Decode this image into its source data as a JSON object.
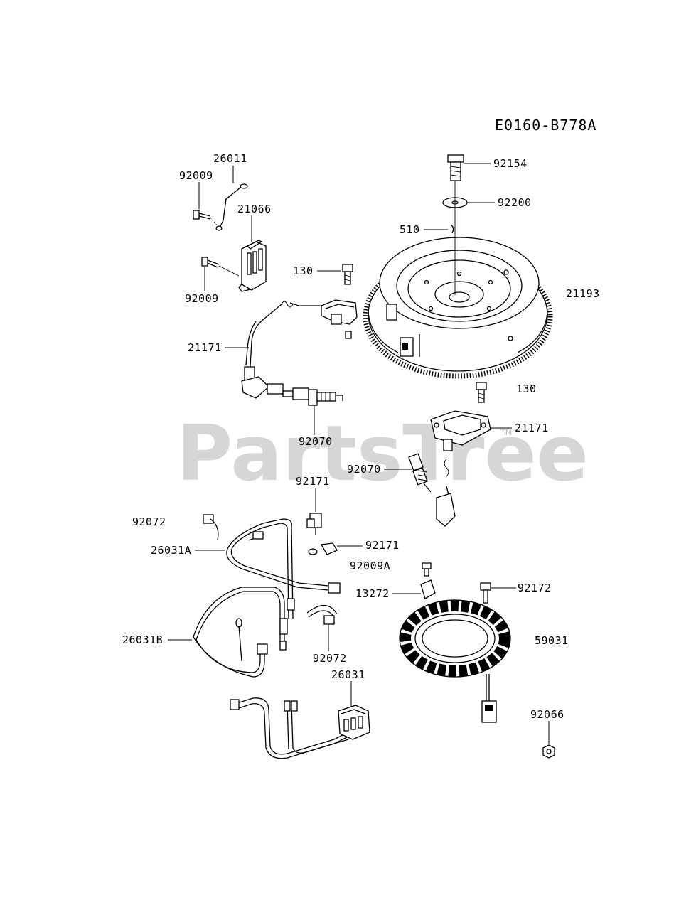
{
  "diagram_code": "E0160-B778A",
  "watermark": {
    "text": "PartsTree",
    "tm": "TM"
  },
  "labels": {
    "p92154": "92154",
    "p92200": "92200",
    "p510": "510",
    "p21193": "21193",
    "p26011": "26011",
    "p92009_top": "92009",
    "p21066": "21066",
    "p92009_bot": "92009",
    "p130_top": "130",
    "p21171_left": "21171",
    "p92070_left": "92070",
    "p130_right": "130",
    "p21171_right": "21171",
    "p92070_right": "92070",
    "p92171_top": "92171",
    "p92072_top": "92072",
    "p26031A": "26031A",
    "p92171_bot": "92171",
    "p92009A": "92009A",
    "p13272": "13272",
    "p92172": "92172",
    "p59031": "59031",
    "p26031B": "26031B",
    "p92072_bot": "92072",
    "p26031": "26031",
    "p92066": "92066"
  }
}
